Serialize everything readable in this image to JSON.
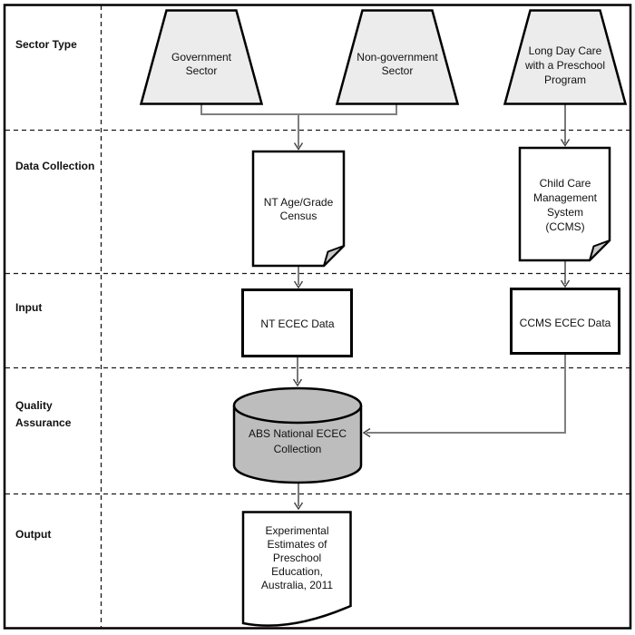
{
  "rows": [
    {
      "label": "Sector Type"
    },
    {
      "label": "Data Collection"
    },
    {
      "label": "Input"
    },
    {
      "label": "Quality Assurance"
    },
    {
      "label": "Output"
    }
  ],
  "nodes": {
    "government_sector": {
      "label": "Government\nSector"
    },
    "non_government_sector": {
      "label": "Non-government\nSector"
    },
    "long_day_care": {
      "label": "Long Day Care\nwith a Preschool\nProgram"
    },
    "nt_age_grade_census": {
      "label": "NT Age/Grade\nCensus"
    },
    "ccms": {
      "label": "Child Care\nManagement\nSystem\n(CCMS)"
    },
    "nt_ecec_data": {
      "label": "NT ECEC Data"
    },
    "ccms_ecec_data": {
      "label": "CCMS ECEC Data"
    },
    "abs_national_ecec_collection": {
      "label": "ABS National ECEC\nCollection"
    },
    "output_publication": {
      "label": "Experimental\nEstimates of\nPreschool\nEducation,\nAustralia, 2011"
    }
  },
  "colors": {
    "shape_fill_light": "#ececec",
    "fold_fill": "#c9c9c9",
    "database_fill": "#bdbdbd",
    "connector_gray": "#7f7f7f",
    "connector_dark": "#404040",
    "border": "#000000",
    "dashed_line": "#1a1a1a"
  }
}
